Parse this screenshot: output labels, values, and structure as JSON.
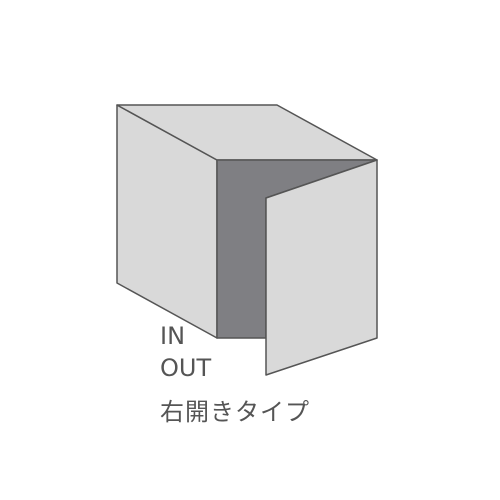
{
  "labels": {
    "in": "IN",
    "out": "OUT",
    "caption": "右開きタイプ"
  },
  "colors": {
    "face_light": "#d9d9d9",
    "interior_dark": "#7f7f83",
    "outline": "#555555",
    "text": "#555555"
  }
}
